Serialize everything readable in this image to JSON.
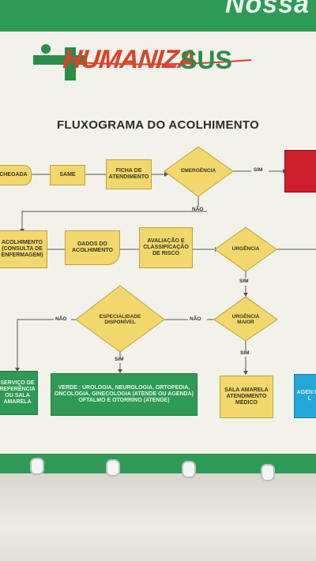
{
  "header": {
    "band_text": "Nossa"
  },
  "logo": {
    "word1": "HUMANIZA",
    "word2": "SUS"
  },
  "title": "FLUXOGRAMA DO ACOLHIMENTO",
  "row1": {
    "chegada": "CHEGADA",
    "same": "SAME",
    "ficha": "FICHA DE ATENDIMENTO",
    "emergencia": "EMERGÊNCIA",
    "sim": "SIM",
    "nao": "NÃO"
  },
  "row2": {
    "acolhimento": "ACOLHIMENTO (CONSULTA DE ENFERMAGEM)",
    "dados": "DADOS DO ACOLHIMENTO",
    "avaliacao": "AVALIAÇÃO E CLASSIFICAÇÃO DE RISCO",
    "urgencia": "URGÊNCIA",
    "sim": "SIM"
  },
  "row3": {
    "especialidade": "ESPECIALIDADE DISPONÍVEL",
    "urgencia_maior": "URGÊNCIA MAIOR",
    "nao_left": "NÃO",
    "nao_mid": "NÃO",
    "sim_esp": "SIM",
    "sim_urg": "SIM"
  },
  "row4": {
    "referencia": "SERVIÇO DE REFERÊNCIA OU SALA AMARELA",
    "verde": "VERDE : UROLOGIA, NEUROLOGIA, ORTOPEDIA, ONCOLOGIA, GINECOLOGIA (ATENDE OU AGENDA) OFTALMO E OTORRINO (ATENDE)",
    "sala_amarela": "SALA AMARELA ATENDIMENTO MÉDICO",
    "azul": "AGEN EM L"
  },
  "colors": {
    "green": "#2e9a55",
    "yellow": "#f2d86c",
    "red": "#cc1f2b",
    "blue": "#22a7d8"
  }
}
